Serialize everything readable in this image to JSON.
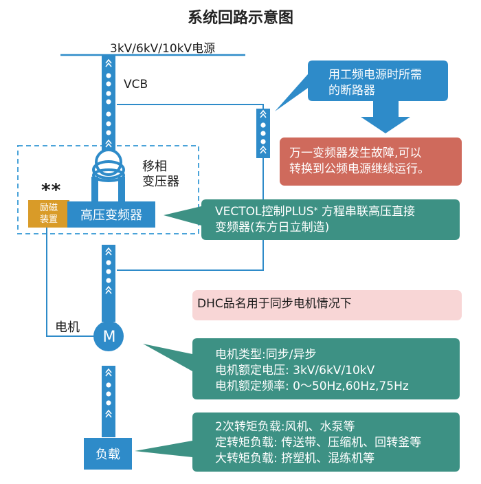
{
  "title": "系统回路示意图",
  "source_label": "3kV/6kV/10kV电源",
  "vcb_label": "VCB",
  "transformer_label": [
    "移相",
    "变压器"
  ],
  "excitation": {
    "stars": "**",
    "lines": [
      "励磁",
      "装置"
    ]
  },
  "hv_inverter_label": "高压变频器",
  "motor_label": "电机",
  "motor_symbol": "M",
  "load_label": "负载",
  "callouts": {
    "breaker": [
      "用工频电源时所需",
      "的断路器"
    ],
    "fault": [
      "万一变频器发生故障,可以",
      "转换到公频电源继续运行。"
    ],
    "vectol": {
      "line1_a": "VECTOL控制PLUS",
      "line1_sup": "*",
      "line1_b": "方程串联高压直接",
      "line2": "变频器(东方日立制造)"
    },
    "dhc": "DHC品名用于同步电机情况下",
    "motor_specs": [
      "电机类型:同步/异步",
      "电机额定电压: 3kV/6kV/10kV",
      "电机额定频率: 0〜50Hz,60Hz,75Hz"
    ],
    "loads": [
      "2次转矩负载:风机、水泵等",
      "定转矩负载: 传送带、压缩机、回转釜等",
      "大转矩负载: 挤塑机、混练机等"
    ]
  },
  "colors": {
    "blue": "#2e8bc9",
    "teal": "#3d9184",
    "red": "#cf6a5c",
    "pink": "#f8d6d6",
    "orange": "#d99b28",
    "dashed": "#4aa3d9"
  }
}
